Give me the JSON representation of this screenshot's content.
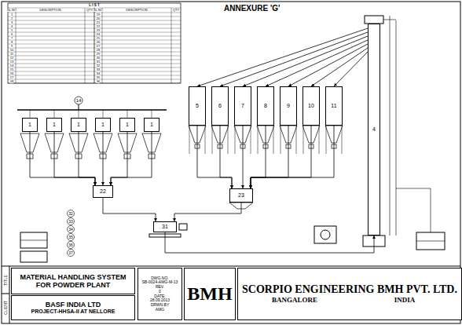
{
  "diagram": {
    "nodes": [
      {
        "text": [
          "1"
        ]
      },
      {
        "text": [
          "1"
        ]
      },
      {
        "text": [
          "1"
        ]
      },
      {
        "text": [
          "1"
        ]
      },
      {
        "text": [
          "1"
        ]
      },
      {
        "text": [
          "1"
        ]
      },
      {
        "text": [
          "5"
        ]
      },
      {
        "text": [
          "6"
        ]
      },
      {
        "text": [
          "7"
        ]
      },
      {
        "text": [
          "8"
        ]
      },
      {
        "text": [
          "9"
        ]
      },
      {
        "text": [
          "10"
        ]
      },
      {
        "text": [
          "11"
        ]
      },
      {
        "text": [
          "4"
        ]
      },
      {
        "text": [
          "22"
        ]
      },
      {
        "text": [
          "23"
        ]
      },
      {
        "text": [
          "31"
        ]
      },
      {
        "text": [
          "MATERIAL HANDLING SYSTEM FOR POWDER PLANT"
        ]
      },
      {
        "text": [
          "BASF INDIA LTD",
          "PROJECT-HHSA-II AT NELLORE"
        ]
      },
      {
        "text": [
          "DWG.NO.",
          "SB-0024-AMG-M-13",
          "REV.",
          "0",
          "DATE:",
          "28.09.2013",
          "DRWN.BY",
          "AMG"
        ]
      },
      {
        "text": [
          "BMH"
        ]
      },
      {
        "text": [
          "SCORPIO ENGINEERING BMH PVT. LTD.",
          "BANGALORE",
          "INDIA"
        ]
      }
    ],
    "edges": [
      {
        "from": 0,
        "to": 14,
        "arrow": "to"
      },
      {
        "from": 1,
        "to": 14,
        "arrow": "to"
      },
      {
        "from": 2,
        "to": 14,
        "arrow": "to"
      },
      {
        "from": 3,
        "to": 14,
        "arrow": "to"
      },
      {
        "from": 4,
        "to": 14,
        "arrow": "to"
      },
      {
        "from": 5,
        "to": 14,
        "arrow": "to"
      },
      {
        "from": 6,
        "to": 15,
        "arrow": "to"
      },
      {
        "from": 7,
        "to": 15,
        "arrow": "to"
      },
      {
        "from": 8,
        "to": 15,
        "arrow": "to"
      },
      {
        "from": 9,
        "to": 15,
        "arrow": "to"
      },
      {
        "from": 10,
        "to": 15,
        "arrow": "to"
      },
      {
        "from": 11,
        "to": 15,
        "arrow": "to"
      },
      {
        "from": 12,
        "to": 15,
        "arrow": "to"
      },
      {
        "from": 14,
        "to": 16,
        "arrow": "to"
      },
      {
        "from": 15,
        "to": 16,
        "arrow": "to"
      },
      {
        "from": 16,
        "to": 13,
        "arrow": "to"
      },
      {
        "from": 13,
        "to": 6,
        "arrow": "to"
      },
      {
        "from": 13,
        "to": 7,
        "arrow": "to"
      },
      {
        "from": 13,
        "to": 8,
        "arrow": "to"
      },
      {
        "from": 13,
        "to": 9,
        "arrow": "to"
      },
      {
        "from": 13,
        "to": 10,
        "arrow": "to"
      },
      {
        "from": 13,
        "to": 11,
        "arrow": "to"
      },
      {
        "from": 13,
        "to": 12,
        "arrow": "to"
      }
    ],
    "labels": [
      "ANNEXURE 'G'",
      "L I S T",
      "SL.NO",
      "DESCRIPTION",
      "QTY",
      "SL.NO",
      "DESCRIPTION",
      "QTY",
      "1",
      "2",
      "3",
      "4",
      "5",
      "6",
      "7",
      "8",
      "9",
      "10",
      "11",
      "12",
      "13",
      "14",
      "15",
      "16",
      "17",
      "18",
      "19",
      "20",
      "21",
      "22",
      "23",
      "24",
      "25",
      "26",
      "27",
      "28",
      "29",
      "30",
      "31",
      "32",
      "33",
      "34",
      "35",
      "36",
      "14",
      "32",
      "33",
      "34",
      "35",
      "36",
      "37",
      "CLIENT",
      "TITLE"
    ]
  }
}
